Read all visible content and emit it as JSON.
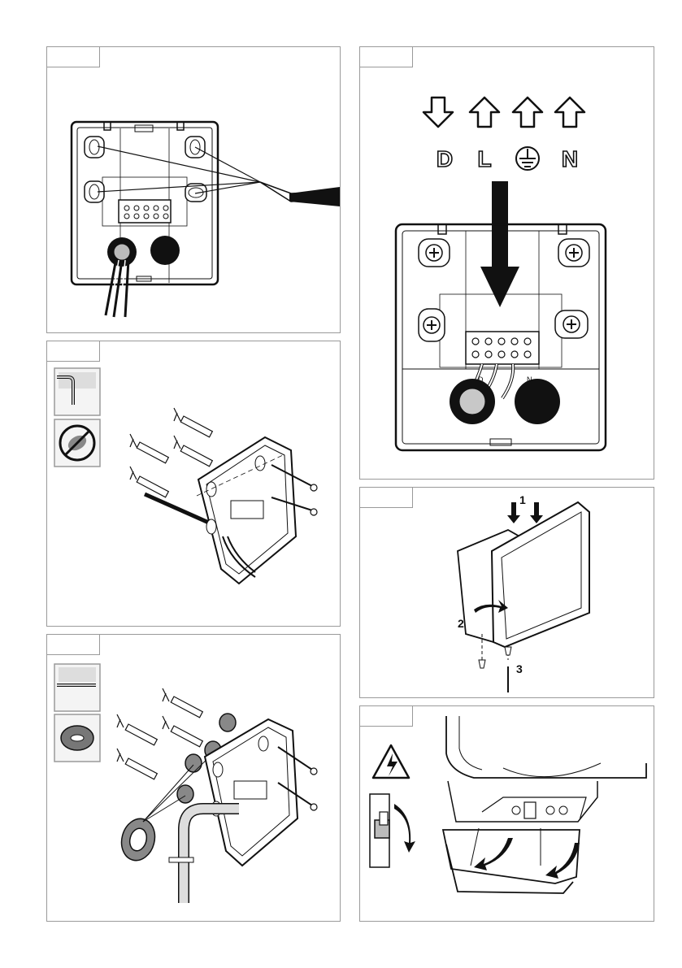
{
  "steps": {
    "p1": {
      "number": ""
    },
    "p2": {
      "number": ""
    },
    "p3": {
      "number": ""
    },
    "p4": {
      "number": ""
    },
    "p5": {
      "number": ""
    },
    "p6": {
      "number": ""
    }
  },
  "wiring": {
    "labels": [
      "D",
      "L",
      "N"
    ],
    "earth_symbol": "earth-ground-icon"
  },
  "housing_terminals": {
    "left": "D",
    "mid": "L",
    "right": "N"
  },
  "fitting_steps": {
    "step1": "1",
    "step2": "2",
    "step3": "3"
  },
  "icons": {
    "warning": "high-voltage-warning-icon",
    "switch": "circuit-breaker-icon"
  }
}
